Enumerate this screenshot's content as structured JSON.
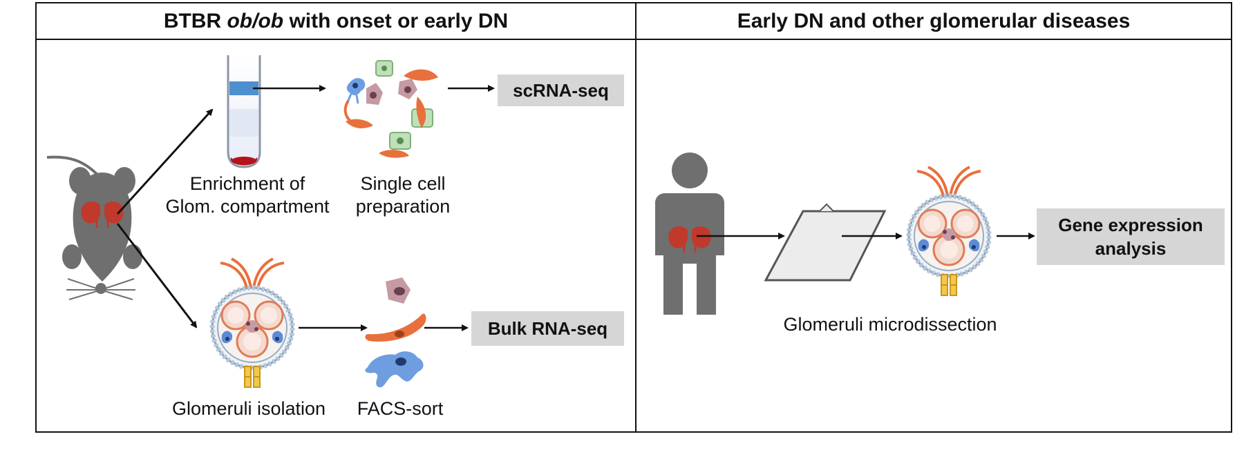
{
  "panels": {
    "left": {
      "title_prefix": "BTBR ",
      "title_italic": "ob/ob",
      "title_suffix": " with onset or early DN",
      "labels": {
        "enrichment_line1": "Enrichment of",
        "enrichment_line2": "Glom. compartment",
        "single_cell_line1": "Single cell",
        "single_cell_line2": "preparation",
        "glomeruli_isolation": "Glomeruli isolation",
        "facs_sort": "FACS-sort"
      },
      "outputs": {
        "scrna": "scRNA-seq",
        "bulk": "Bulk RNA-seq"
      }
    },
    "right": {
      "title": "Early DN and other glomerular diseases",
      "labels": {
        "microdissection": "Glomeruli microdissection"
      },
      "outputs": {
        "gene_expression_line1": "Gene expression",
        "gene_expression_line2": "analysis"
      }
    }
  },
  "colors": {
    "border": "#111111",
    "tag_fill": "#d6d6d6",
    "mouse": "#6f6f6f",
    "human": "#6f6f6f",
    "kidney": "#c0392b",
    "tube_band": "#4e8fd0",
    "cell_orange": "#e8703c",
    "cell_green": "#bfe0b8",
    "cell_mauve": "#b88a94",
    "cell_blue": "#6f9ee0"
  }
}
